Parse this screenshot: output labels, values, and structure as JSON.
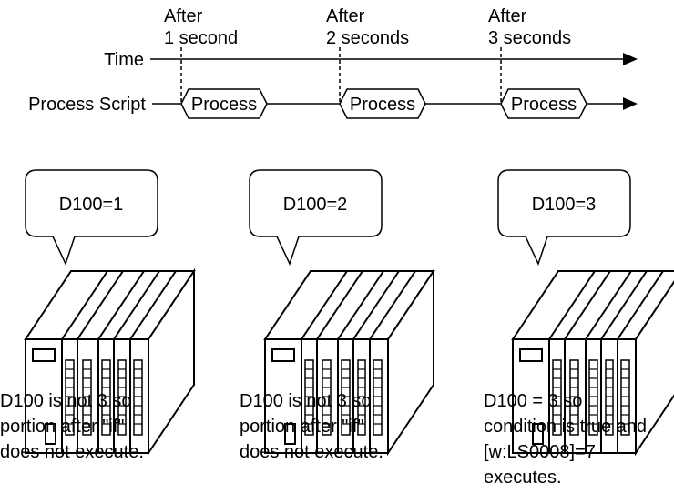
{
  "timeline": {
    "time_label": "Time",
    "process_script_label": "Process Script",
    "markers": [
      {
        "line1": "After",
        "line2": "1 second"
      },
      {
        "line1": "After",
        "line2": "2 seconds"
      },
      {
        "line1": "After",
        "line2": "3 seconds"
      }
    ],
    "process_label": "Process"
  },
  "panels": [
    {
      "bubble": "D100=1",
      "desc": [
        "D100 is not 3 so",
        "portion after \"if\"",
        "does not execute."
      ]
    },
    {
      "bubble": "D100=2",
      "desc": [
        "D100 is not 3 so",
        "portion after \"if\"",
        "does not execute."
      ]
    },
    {
      "bubble": "D100=3",
      "desc": [
        "D100 = 3 so",
        "condition is true and",
        "[w:LS0008]=7",
        "executes."
      ]
    }
  ]
}
